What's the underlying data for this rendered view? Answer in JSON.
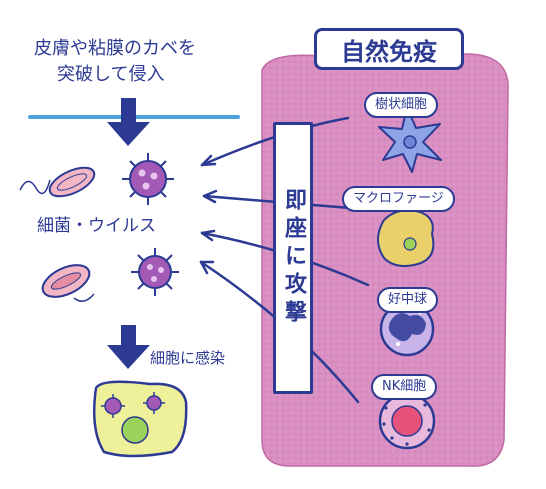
{
  "left": {
    "invade_line1": "皮膚や粘膜のカベを",
    "invade_line2": "突破して侵入",
    "pathogen_label": "細菌・ウイルス",
    "infect_label": "細胞に感染"
  },
  "right": {
    "panel_title": "自然免疫",
    "attack_label": "即座に攻撃",
    "cells": [
      {
        "label": "樹状細胞"
      },
      {
        "label": "マクロファージ"
      },
      {
        "label": "好中球"
      },
      {
        "label": "NK細胞"
      }
    ]
  },
  "colors": {
    "ink": "#2c3a93",
    "panel_pink": "#d98fc1",
    "virus_purple": "#a25ab5",
    "cell_yellow": "#eef09a",
    "nucleus_green": "#9ad25a",
    "water_line": "#4aa3d8"
  }
}
